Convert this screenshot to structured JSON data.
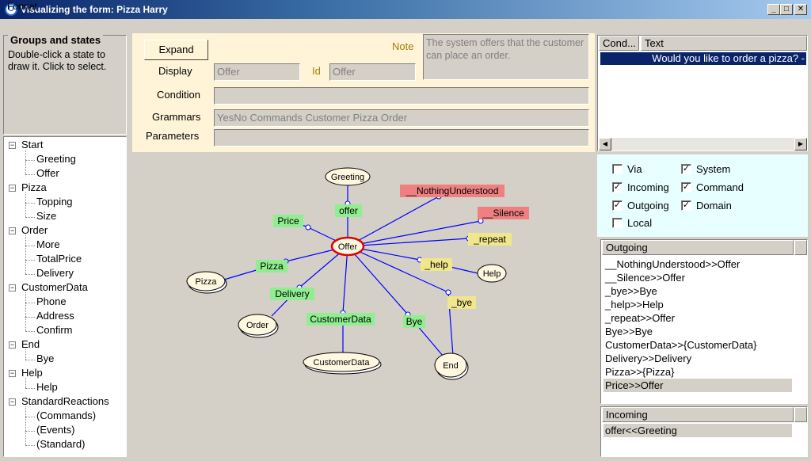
{
  "window": {
    "title": "Visualizing the form: Pizza Harry",
    "icon_glyph": "O",
    "min": "_",
    "max": "□",
    "close": "✕"
  },
  "menu": {
    "format": "Format"
  },
  "left": {
    "heading": "Groups and states",
    "hint": "Double-click a state to draw it. Click to select."
  },
  "tree": [
    {
      "label": "Start",
      "children": [
        "Greeting",
        "Offer"
      ]
    },
    {
      "label": "Pizza",
      "children": [
        "Topping",
        "Size"
      ]
    },
    {
      "label": "Order",
      "children": [
        "More",
        "TotalPrice",
        "Delivery"
      ]
    },
    {
      "label": "CustomerData",
      "children": [
        "Phone",
        "Address",
        "Confirm"
      ]
    },
    {
      "label": "End",
      "children": [
        "Bye"
      ]
    },
    {
      "label": "Help",
      "children": [
        "Help"
      ]
    },
    {
      "label": "StandardReactions",
      "children": [
        "(Commands)",
        "(Events)",
        "(Standard)"
      ]
    }
  ],
  "form": {
    "expand_label": "Expand",
    "note_label": "Note",
    "note_text": "The system offers that the customer can place an order.",
    "display_label": "Display",
    "display_value": "Offer",
    "id_label": "Id",
    "id_value": "Offer",
    "condition_label": "Condition",
    "condition_value": "",
    "grammars_label": "Grammars",
    "grammars_value": "YesNo Commands Customer Pizza Order",
    "parameters_label": "Parameters",
    "parameters_value": ""
  },
  "graph": {
    "center": "Offer",
    "nodes": [
      "Greeting",
      "Pizza",
      "Order",
      "CustomerData",
      "End",
      "Help"
    ],
    "edges": [
      "offer",
      "Price",
      "Pizza",
      "Delivery",
      "CustomerData",
      "Bye",
      "__NothingUnderstood",
      "__Silence",
      "_repeat",
      "_help",
      "_bye"
    ],
    "colors": {
      "state_fill": "#fff8e0",
      "center_border": "#e00000",
      "edge_green": "#90ee90",
      "edge_red": "#f08080",
      "edge_yellow": "#f0e68c",
      "line": "#0000ff"
    }
  },
  "conditions": {
    "col_cond": "Cond...",
    "col_text": "Text",
    "rows": [
      "Would you like to order a pizza? -"
    ]
  },
  "checks": [
    {
      "label": "Via",
      "checked": false
    },
    {
      "label": "System",
      "checked": true
    },
    {
      "label": "Incoming",
      "checked": true
    },
    {
      "label": "Command",
      "checked": true
    },
    {
      "label": "Outgoing",
      "checked": true
    },
    {
      "label": "Domain",
      "checked": true
    },
    {
      "label": "Local",
      "checked": false
    }
  ],
  "outgoing": {
    "header": "Outgoing",
    "rows": [
      "__NothingUnderstood>>Offer",
      "__Silence>>Offer",
      "_bye>>Bye",
      "_help>>Help",
      "_repeat>>Offer",
      "Bye>>Bye",
      "CustomerData>>{CustomerData}",
      "Delivery>>Delivery",
      "Pizza>>{Pizza}",
      "Price>>Offer"
    ],
    "selected": 9
  },
  "incoming": {
    "header": "Incoming",
    "rows": [
      "offer<<Greeting"
    ]
  }
}
